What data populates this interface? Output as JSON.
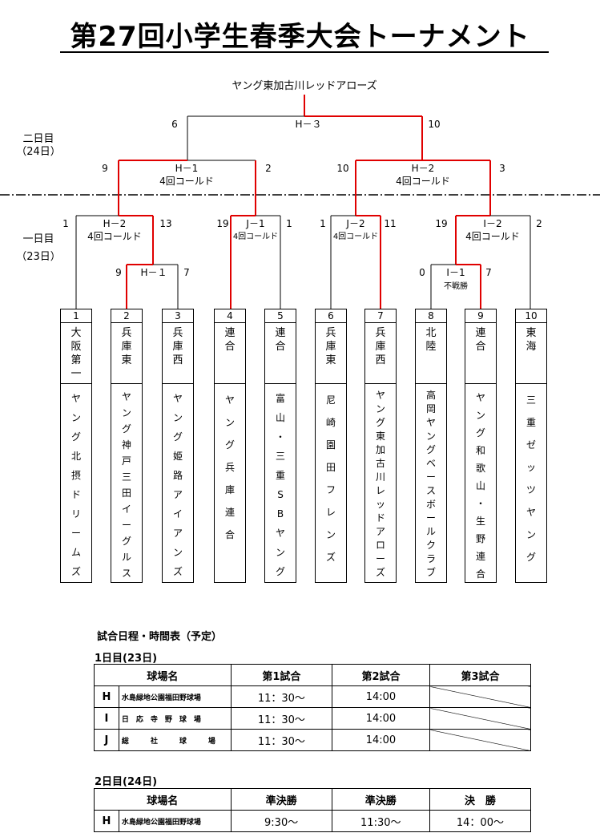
{
  "title": "第27回小学生春季大会トーナメント",
  "champion": "ヤング東加古川レッドアローズ",
  "day_labels": {
    "day2": "二日目",
    "day2_date": "（24日）",
    "day1": "一日目",
    "day1_date": "（23日）"
  },
  "matches": [
    {
      "id": "final",
      "label": "H－３",
      "note": "",
      "left_score": "6",
      "right_score": "10"
    },
    {
      "id": "semi1",
      "label": "H－1",
      "note": "4回コールド",
      "left_score": "9",
      "right_score": "2"
    },
    {
      "id": "semi2",
      "label": "H－2",
      "note": "4回コールド",
      "left_score": "10",
      "right_score": "3"
    },
    {
      "id": "q1",
      "label": "H－2",
      "note": "4回コールド",
      "left_score": "1",
      "right_score": "13"
    },
    {
      "id": "q2",
      "label": "J－1",
      "note": "4回コールド",
      "left_score": "19",
      "right_score": "1"
    },
    {
      "id": "q3",
      "label": "J－2",
      "note": "4回コールド",
      "left_score": "1",
      "right_score": "11"
    },
    {
      "id": "q4",
      "label": "I－2",
      "note": "4回コールド",
      "left_score": "19",
      "right_score": "2"
    },
    {
      "id": "r1a",
      "label": "H－１",
      "note": "",
      "left_score": "9",
      "right_score": "7"
    },
    {
      "id": "r1b",
      "label": "I－1",
      "note": "不戦勝",
      "left_score": "0",
      "right_score": "7"
    }
  ],
  "teams": [
    {
      "num": "1",
      "region": [
        "大",
        "阪",
        "第",
        "一"
      ],
      "name": [
        "ヤ",
        "ン",
        "グ",
        "北",
        "摂",
        "ド",
        "リ",
        "ー",
        "ム",
        "ズ"
      ]
    },
    {
      "num": "2",
      "region": [
        "兵",
        "庫",
        "東"
      ],
      "name": [
        "ヤ",
        "ン",
        "グ",
        "神",
        "戸",
        "三",
        "田",
        "イ",
        "ー",
        "グ",
        "ル",
        "ス"
      ]
    },
    {
      "num": "3",
      "region": [
        "兵",
        "庫",
        "西"
      ],
      "name": [
        "ヤ",
        "ン",
        "グ",
        "姫",
        "路",
        "ア",
        "イ",
        "ア",
        "ン",
        "ズ"
      ]
    },
    {
      "num": "4",
      "region": [
        "連",
        "合"
      ],
      "name": [
        "ヤ",
        "ン",
        "グ",
        "兵",
        "庫",
        "連",
        "合"
      ]
    },
    {
      "num": "5",
      "region": [
        "連",
        "合"
      ],
      "name": [
        "富",
        "山",
        "・",
        "三",
        "重",
        "S",
        "B",
        "ヤ",
        "ン",
        "グ"
      ]
    },
    {
      "num": "6",
      "region": [
        "兵",
        "庫",
        "東"
      ],
      "name": [
        "尼",
        "崎",
        "園",
        "田",
        "フ",
        "レ",
        "ン",
        "ズ"
      ]
    },
    {
      "num": "7",
      "region": [
        "兵",
        "庫",
        "西"
      ],
      "name": [
        "ヤ",
        "ン",
        "グ",
        "東",
        "加",
        "古",
        "川",
        "レ",
        "ッ",
        "ド",
        "ア",
        "ロ",
        "ー",
        "ズ"
      ]
    },
    {
      "num": "8",
      "region": [
        "北",
        "陸"
      ],
      "name": [
        "高",
        "岡",
        "ヤ",
        "ン",
        "グ",
        "ベ",
        "ー",
        "ス",
        "ボ",
        "ー",
        "ル",
        "ク",
        "ラ",
        "ブ"
      ]
    },
    {
      "num": "9",
      "region": [
        "連",
        "合"
      ],
      "name": [
        "ヤ",
        "ン",
        "グ",
        "和",
        "歌",
        "山",
        "・",
        "生",
        "野",
        "連",
        "合"
      ]
    },
    {
      "num": "10",
      "region": [
        "東",
        "海"
      ],
      "name": [
        "三",
        "重",
        "ゼ",
        "ッ",
        "ツ",
        "ヤ",
        "ン",
        "グ"
      ]
    }
  ],
  "schedule": {
    "title": "試合日程・時間表（予定）",
    "day1": {
      "label": "1日目(23日)",
      "headers": [
        "球場名",
        "第1試合",
        "第2試合",
        "第3試合"
      ],
      "rows": [
        {
          "code": "H",
          "venue": "水島緑地公園福田野球場",
          "g1": "11：30～",
          "g2": "14:00",
          "g3": ""
        },
        {
          "code": "I",
          "venue": "日　応　寺　野　球　場",
          "g1": "11：30～",
          "g2": "14:00",
          "g3": ""
        },
        {
          "code": "J",
          "venue": "総　　　社　　　球　　　場",
          "g1": "11：30～",
          "g2": "14:00",
          "g3": ""
        }
      ]
    },
    "day2": {
      "label": "2日目(24日)",
      "headers": [
        "球場名",
        "準決勝",
        "準決勝",
        "決　勝"
      ],
      "rows": [
        {
          "code": "H",
          "venue": "水島緑地公園福田野球場",
          "g1": "9:30～",
          "g2": "11:30～",
          "g3": "14：00～"
        }
      ]
    }
  },
  "colors": {
    "winner_line": "#e00000",
    "line": "#000000"
  }
}
